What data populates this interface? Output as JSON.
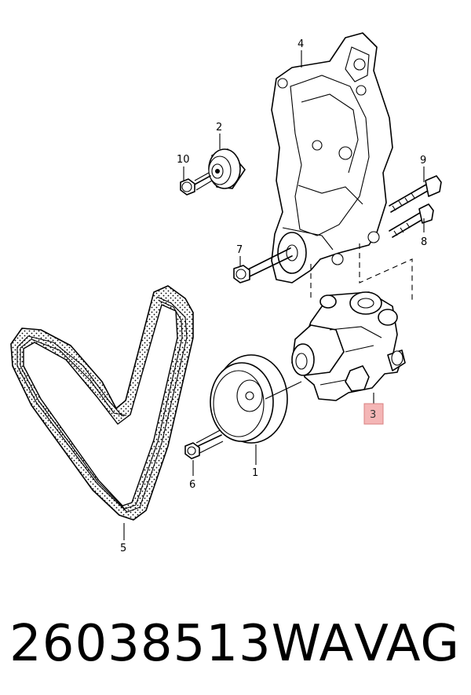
{
  "callouts": {
    "c1": "1",
    "c2": "2",
    "c3": "3",
    "c4": "4",
    "c5": "5",
    "c6": "6",
    "c7": "7",
    "c8": "8",
    "c9": "9",
    "c10": "10"
  },
  "highlight_color": "#f4b6b6",
  "footer": {
    "part_number": "26038513WA",
    "brand": "VAG"
  }
}
